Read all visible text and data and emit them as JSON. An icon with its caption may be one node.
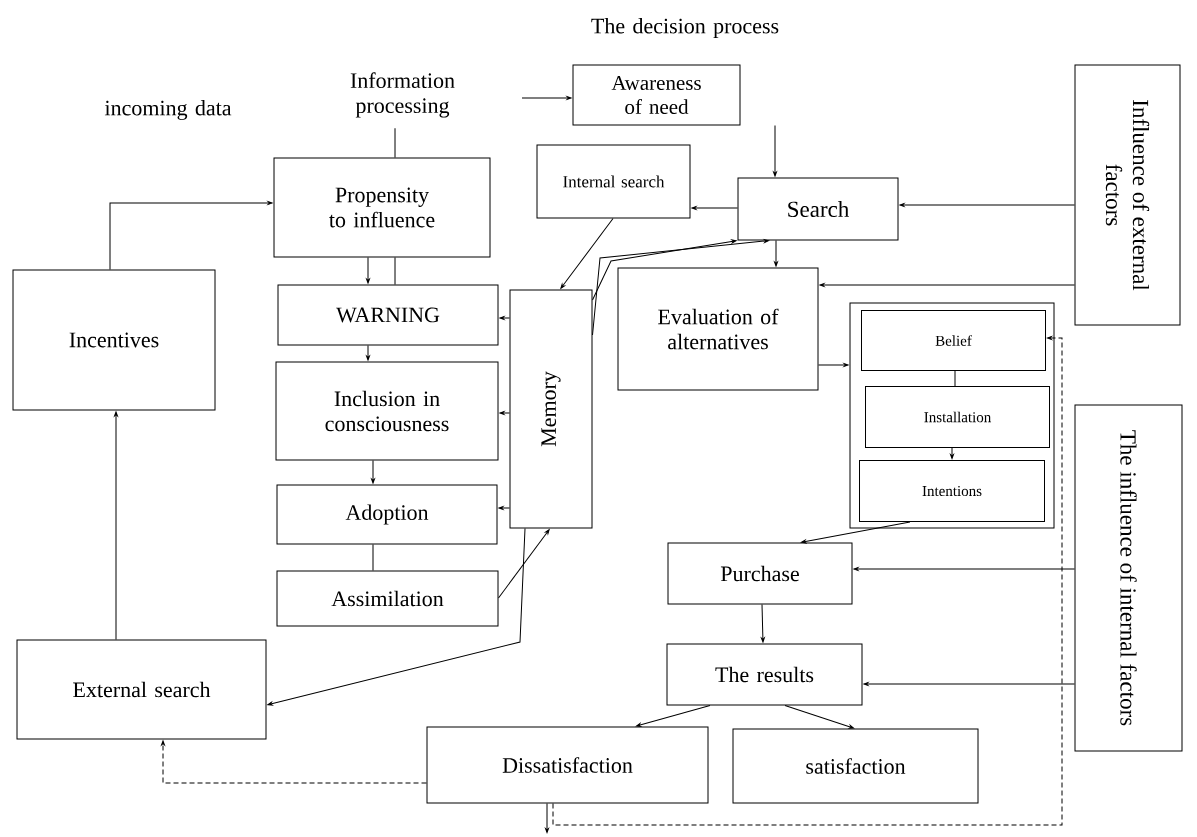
{
  "diagram": {
    "nodes": [
      {
        "text": [
          "Information processing"
        ]
      },
      {
        "text": [
          "Awareness of need"
        ]
      },
      {
        "text": [
          "Propensity to influence"
        ]
      },
      {
        "text": [
          "Internal search"
        ]
      },
      {
        "text": [
          "Search"
        ]
      },
      {
        "text": [
          "Influence of external factors"
        ]
      },
      {
        "text": [
          "Incentives"
        ]
      },
      {
        "text": [
          "WARNING"
        ]
      },
      {
        "text": [
          "Memory"
        ]
      },
      {
        "text": [
          "Evaluation of alternatives"
        ]
      },
      {
        "text": [],
        "shape": "box"
      },
      {
        "text": [
          "Belief"
        ],
        "in": 10
      },
      {
        "text": [
          "Installation"
        ],
        "in": 10
      },
      {
        "text": [
          "Inclusion in consciousness"
        ]
      },
      {
        "text": [
          "Intentions"
        ],
        "in": 10
      },
      {
        "text": [
          "Adoption"
        ]
      },
      {
        "text": [
          "The influence of internal factors"
        ]
      },
      {
        "text": [
          "Purchase"
        ]
      },
      {
        "text": [
          "Assimilation"
        ]
      },
      {
        "text": [
          "The results"
        ]
      },
      {
        "text": [
          "External search"
        ]
      },
      {
        "text": [
          "Dissatisfaction"
        ]
      },
      {
        "text": [
          "satisfaction"
        ]
      }
    ],
    "edges": [
      {
        "from": 0,
        "to": 2,
        "arrow": "none"
      },
      {
        "from": null,
        "to": 1,
        "arrow": "to"
      },
      {
        "from": 6,
        "to": 2,
        "arrow": "to"
      },
      {
        "from": 1,
        "to": 4,
        "arrow": "to"
      },
      {
        "from": 4,
        "to": 3,
        "arrow": "to"
      },
      {
        "from": 5,
        "to": 4,
        "arrow": "to"
      },
      {
        "from": 5,
        "to": 9,
        "arrow": "to"
      },
      {
        "from": 4,
        "to": 9,
        "arrow": "to"
      },
      {
        "from": 8,
        "to": 4,
        "arrow": "to"
      },
      {
        "from": 8,
        "to": 4,
        "arrow": "to"
      },
      {
        "from": 3,
        "to": 8,
        "arrow": "to"
      },
      {
        "from": 8,
        "to": 7,
        "arrow": "to"
      },
      {
        "from": 8,
        "to": 13,
        "arrow": "to"
      },
      {
        "from": 8,
        "to": 15,
        "arrow": "to"
      },
      {
        "from": 2,
        "to": 7,
        "arrow": "to"
      },
      {
        "from": 2,
        "to": 7,
        "arrow": "none"
      },
      {
        "from": 7,
        "to": 13,
        "arrow": "to"
      },
      {
        "from": 13,
        "to": 15,
        "arrow": "to"
      },
      {
        "from": 15,
        "to": 18,
        "arrow": "none"
      },
      {
        "from": 18,
        "to": 8,
        "arrow": "to"
      },
      {
        "from": 8,
        "to": 20,
        "arrow": "to"
      },
      {
        "from": 20,
        "to": 6,
        "arrow": "to"
      },
      {
        "from": 9,
        "to": 10,
        "arrow": "to"
      },
      {
        "from": 11,
        "to": 12,
        "arrow": "none"
      },
      {
        "from": 12,
        "to": 14,
        "arrow": "to"
      },
      {
        "from": 14,
        "to": 17,
        "arrow": "to"
      },
      {
        "from": 16,
        "to": 17,
        "arrow": "to"
      },
      {
        "from": 16,
        "to": 19,
        "arrow": "to"
      },
      {
        "from": 17,
        "to": 19,
        "arrow": "to"
      },
      {
        "from": 19,
        "to": 21,
        "arrow": "to"
      },
      {
        "from": 19,
        "to": 22,
        "arrow": "to"
      },
      {
        "from": 21,
        "to": 20,
        "arrow": "to",
        "style": "dashed"
      },
      {
        "from": 21,
        "to": null,
        "arrow": "to"
      },
      {
        "from": 21,
        "to": 11,
        "arrow": "to",
        "style": "dashed"
      }
    ],
    "labels": [
      "The decision process",
      "incoming data"
    ]
  }
}
